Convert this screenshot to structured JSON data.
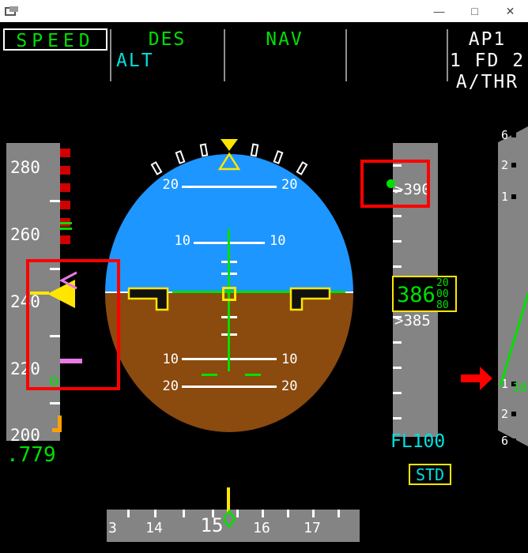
{
  "titlebar": {
    "controls": {
      "minimize": "—",
      "maximize": "□",
      "close": "✕"
    }
  },
  "fma": {
    "speed_mode": "SPEED",
    "vertical_active": "DES",
    "vertical_armed": "ALT",
    "lateral_active": "NAV",
    "status": [
      "AP1",
      "1 FD 2",
      "A/THR"
    ]
  },
  "speed_tape": {
    "labels": [
      "280",
      "260",
      "240",
      "220",
      "200"
    ],
    "mach": ".779"
  },
  "attitude": {
    "pitch_labels": [
      "20",
      "10",
      "10",
      "20"
    ]
  },
  "altitude_tape": {
    "upper_mark": ">390",
    "window": {
      "hundreds": "386",
      "drum": [
        "20",
        "00",
        "80"
      ]
    },
    "lower_mark": ">385",
    "selected_level": "FL100",
    "baro_ref": "STD"
  },
  "vertical_speed": {
    "scale": [
      "6",
      "2",
      "1",
      "1",
      "2",
      "6"
    ],
    "readout": "10"
  },
  "heading_tape": {
    "labels": [
      "3",
      "14",
      "15",
      "16",
      "17"
    ]
  },
  "colors": {
    "green": "#00E000",
    "cyan": "#00E0E0",
    "yellow": "#FFE600",
    "magenta": "#E87AE8",
    "sky_blue": "#1E96FF",
    "ground_brown": "#8B4A0E",
    "tape_gray": "#848484",
    "annotation_red": "#FF0000",
    "amber": "#FFA000"
  }
}
